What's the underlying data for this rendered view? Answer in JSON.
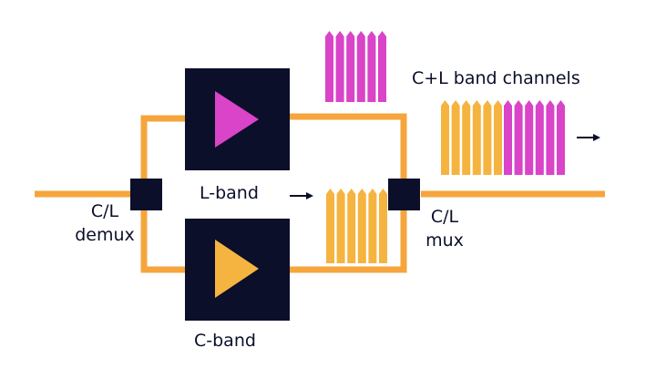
{
  "labels": {
    "l_band": "L-band",
    "c_band": "C-band",
    "demux_line1": "C/L",
    "demux_line2": "demux",
    "mux_line1": "C/L",
    "mux_line2": "mux",
    "combined": "C+L band channels"
  },
  "colors": {
    "fiber": "#f5a53c",
    "block": "#0b0f2a",
    "l_band": "#d944c8",
    "c_band": "#f5b440",
    "arrow": "#0b0f2a"
  },
  "channel_groups": {
    "l_band_top": {
      "count": 6,
      "color_key": "l_band"
    },
    "c_band_middle": {
      "count": 6,
      "color_key": "c_band"
    },
    "combined_c": {
      "count": 6,
      "color_key": "c_band"
    },
    "combined_l": {
      "count": 6,
      "color_key": "l_band"
    }
  }
}
